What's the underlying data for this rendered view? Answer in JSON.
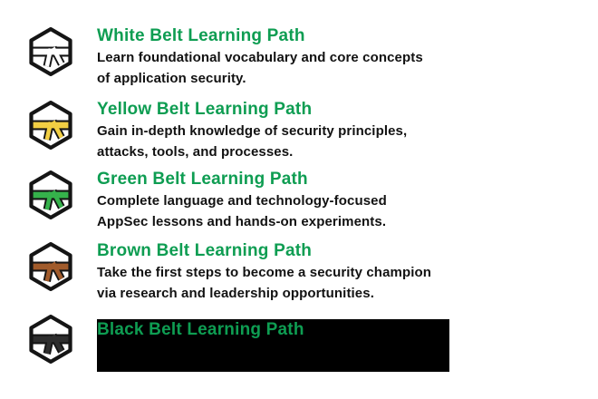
{
  "page": {
    "background": "#ffffff",
    "heading_color": "#0E9D52",
    "description_overlay_color": "#000000"
  },
  "items": [
    {
      "title": "White Belt Learning Path",
      "icon": "white-belt-hexagon-icon",
      "belt_color": "#FFFFFF",
      "lines": [
        "Learn foundational vocabulary and core concepts",
        "of application security."
      ]
    },
    {
      "title": "Yellow Belt Learning Path",
      "icon": "yellow-belt-hexagon-icon",
      "belt_color": "#F2CF43",
      "lines": [
        "Gain in-depth knowledge of security principles,",
        "attacks, tools, and processes."
      ]
    },
    {
      "title": "Green Belt Learning Path",
      "icon": "green-belt-hexagon-icon",
      "belt_color": "#35B24B",
      "lines": [
        "Complete language and technology-focused",
        "AppSec lessons and hands-on experiments."
      ]
    },
    {
      "title": "Brown Belt Learning Path",
      "icon": "brown-belt-hexagon-icon",
      "belt_color": "#A15B2B",
      "lines": [
        "Take the first steps to become a security champion",
        "via research and leadership opportunities."
      ]
    },
    {
      "title": "Black Belt Learning Path",
      "icon": "black-belt-hexagon-icon",
      "belt_color": "#2E2E2E",
      "lines": [
        "",
        ""
      ]
    }
  ]
}
